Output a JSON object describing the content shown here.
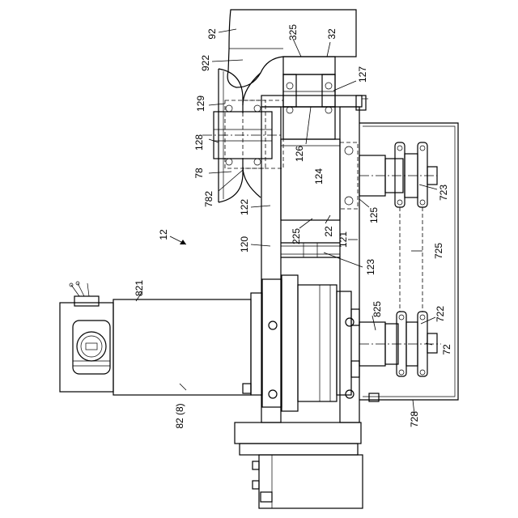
{
  "figure": {
    "labels": {
      "l92": "92",
      "l325": "325",
      "l32": "32",
      "l922": "922",
      "l127": "127",
      "l129": "129",
      "l128": "128",
      "l126": "126",
      "l124": "124",
      "l78": "78",
      "l782": "782",
      "l122": "122",
      "l723": "723",
      "l125": "125",
      "l22": "22",
      "l225": "225",
      "l12": "12",
      "l121": "121",
      "l120": "120",
      "l725": "725",
      "l123": "123",
      "l821": "821",
      "l825": "825",
      "l722": "722",
      "l72": "72",
      "l82": "82 (8)",
      "l728": "728"
    }
  }
}
